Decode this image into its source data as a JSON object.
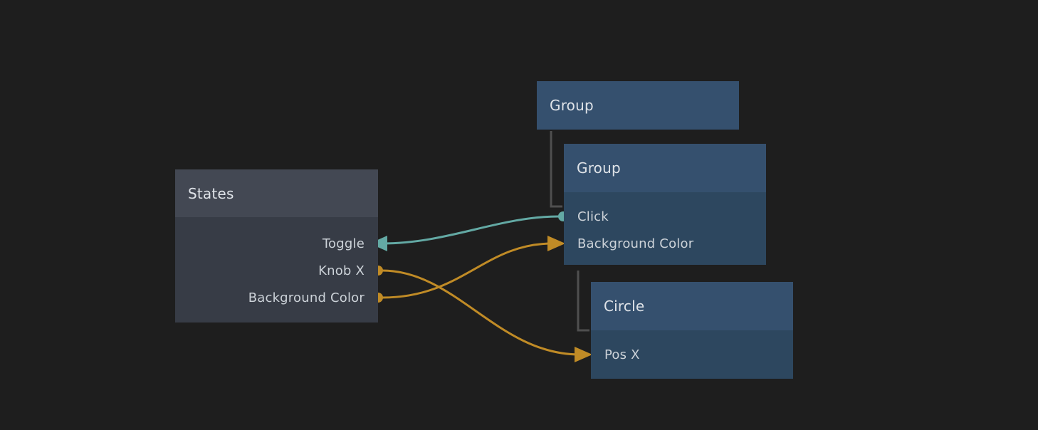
{
  "graph": {
    "background_color": "#1e1e1e",
    "nodes": [
      {
        "id": "states",
        "title": "States",
        "header_color": "#434853",
        "body_color": "#373c46",
        "ports": [
          {
            "name": "Toggle",
            "side": "right",
            "kind": "input",
            "marker": "arrow-left",
            "color": "#63a9a4"
          },
          {
            "name": "Knob X",
            "side": "right",
            "kind": "output",
            "marker": "dot",
            "color": "#c08b26"
          },
          {
            "name": "Background Color",
            "side": "right",
            "kind": "output",
            "marker": "dot",
            "color": "#c08b26"
          }
        ]
      },
      {
        "id": "group-top",
        "title": "Group",
        "header_color": "#35506e",
        "body_color": "#2d475f",
        "ports": []
      },
      {
        "id": "group-child",
        "title": "Group",
        "header_color": "#35506e",
        "body_color": "#2d475f",
        "ports": [
          {
            "name": "Click",
            "side": "left",
            "kind": "output",
            "marker": "dot",
            "color": "#63a9a4"
          },
          {
            "name": "Background Color",
            "side": "left",
            "kind": "input",
            "marker": "arrow-right",
            "color": "#c08b26"
          }
        ]
      },
      {
        "id": "circle",
        "title": "Circle",
        "header_color": "#35506e",
        "body_color": "#2d475f",
        "ports": [
          {
            "name": "Pos X",
            "side": "left",
            "kind": "input",
            "marker": "arrow-right",
            "color": "#c08b26"
          }
        ]
      }
    ],
    "edges": [
      {
        "id": "click-to-toggle",
        "from": "group-child.Click",
        "to": "states.Toggle",
        "color": "#63a9a4"
      },
      {
        "id": "knobx-to-posx",
        "from": "states.Knob X",
        "to": "circle.Pos X",
        "color": "#c08b26"
      },
      {
        "id": "bgcolor-to-bgcolor",
        "from": "states.Background Color",
        "to": "group-child.Background Color",
        "color": "#c08b26"
      }
    ],
    "hierarchy_links": [
      {
        "id": "group-top-to-group-child",
        "color": "#4f4f4f"
      },
      {
        "id": "group-child-to-circle",
        "color": "#4f4f4f"
      }
    ]
  }
}
